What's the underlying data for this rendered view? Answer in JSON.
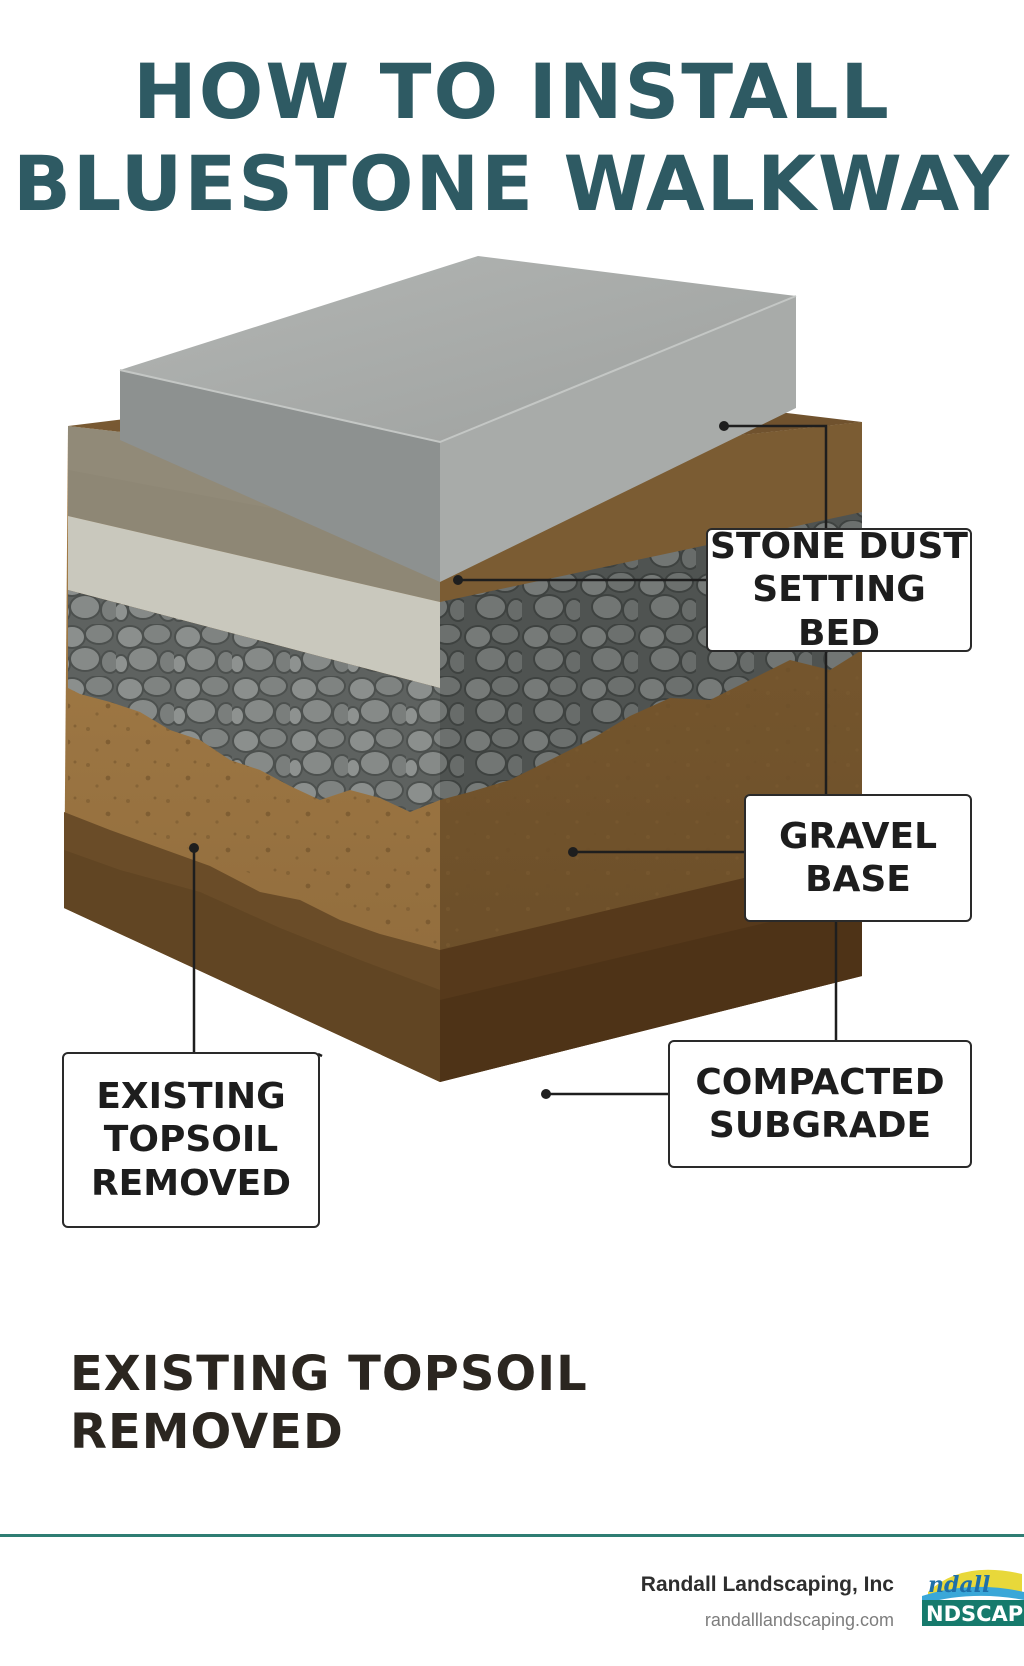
{
  "header": {
    "title_line1": "HOW TO INSTALL",
    "title_line2": "BLUESTONE WALKWAY"
  },
  "layers": {
    "stone_dust": {
      "line1": "STONE DUST",
      "line2": "SETTING BED"
    },
    "gravel": {
      "line1": "GRAVEL",
      "line2": "BASE"
    },
    "subgrade": {
      "line1": "COMPACTED",
      "line2": "SUBGRADE"
    },
    "topsoil": {
      "line1": "EXISTING",
      "line2": "TOPSOIL",
      "line3": "REMOVED"
    }
  },
  "caption": {
    "line1": "EXISTING TOPSOIL",
    "line2": "REMOVED"
  },
  "footer": {
    "company": "Randall Landscaping, Inc",
    "url": "randalllandscaping.com",
    "logo_text_top": "ndall",
    "logo_text_bottom": "NDSCAP"
  },
  "colors": {
    "title": "#2e5a63",
    "accent_rule": "#2f7d73",
    "slab": "#a3a6a4",
    "soil": "#8a6a3d",
    "gravel": "#7a7d7c"
  }
}
